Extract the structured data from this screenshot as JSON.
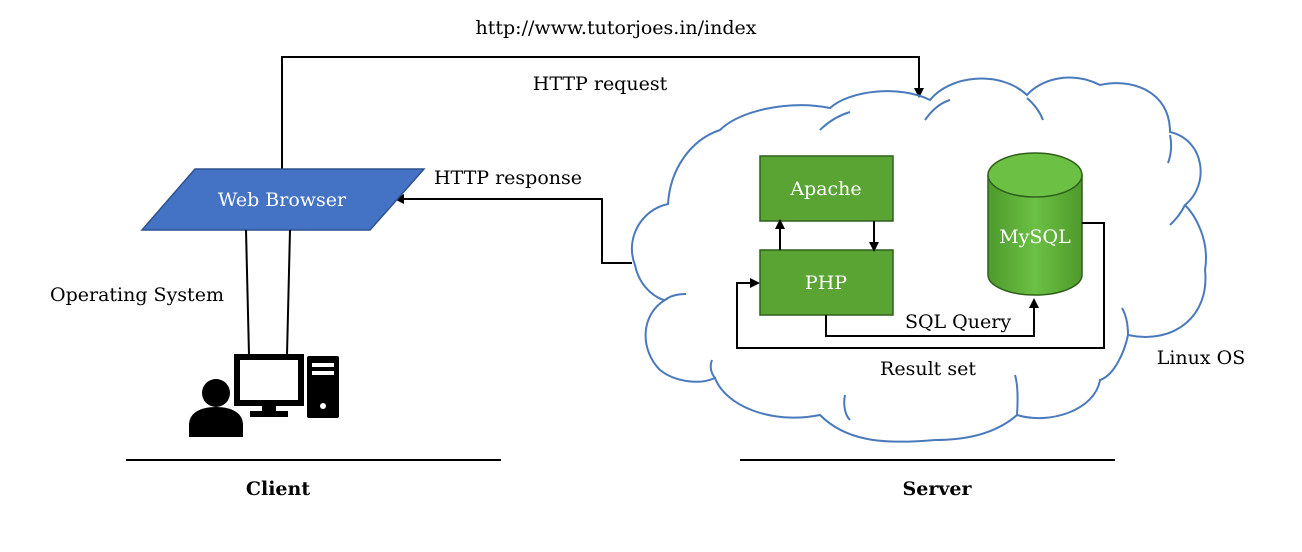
{
  "url_label": "http://www.tutorjoes.in/index",
  "http_request_label": "HTTP request",
  "http_response_label": "HTTP response",
  "web_browser_label": "Web Browser",
  "operating_system_label": "Operating System",
  "client_label": "Client",
  "server_label": "Server",
  "linux_os_label": "Linux OS",
  "apache_label": "Apache",
  "php_label": "PHP",
  "mysql_label": "MySQL",
  "sql_query_label": "SQL Query",
  "result_set_label": "Result set",
  "colors": {
    "browser_fill": "#4472c4",
    "server_component_fill": "#5aa434",
    "cloud_outline": "#4a7abc"
  }
}
